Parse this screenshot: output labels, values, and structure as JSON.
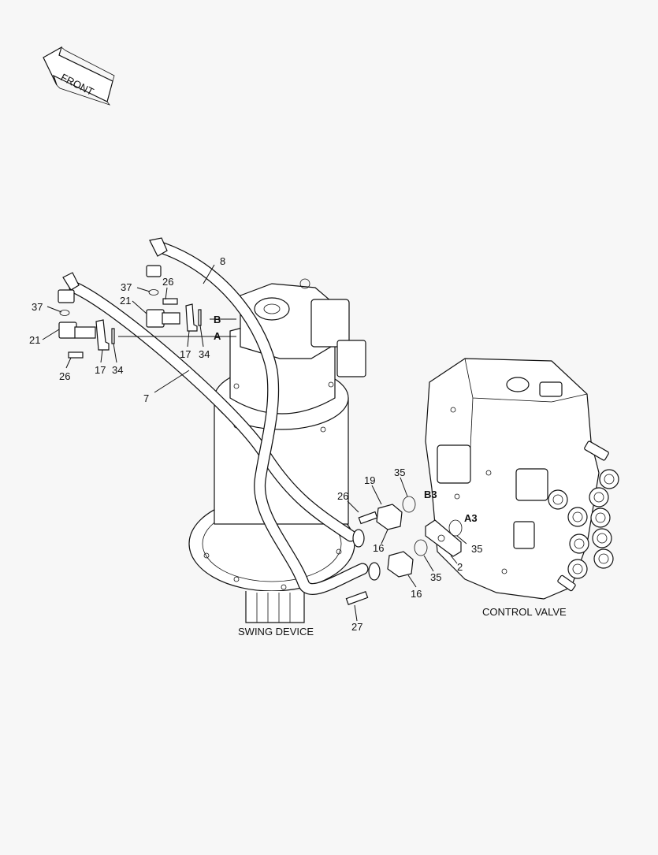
{
  "front_arrow": {
    "label": "FRONT"
  },
  "captions": {
    "swing_device": "SWING DEVICE",
    "control_valve": "CONTROL VALVE"
  },
  "port_labels": {
    "b": "B",
    "a": "A",
    "b3": "B3",
    "a3": "A3"
  },
  "callouts": {
    "c8": "8",
    "c7": "7",
    "c37_upper": "37",
    "c26_upper": "26",
    "c21_upper": "21",
    "c17_upper": "17",
    "c34_upper": "34",
    "c37_lower": "37",
    "c21_lower": "21",
    "c26_lower": "26",
    "c17_lower": "17",
    "c34_lower": "34",
    "c19": "19",
    "c35_top": "35",
    "c26_mid": "26",
    "c16_upper": "16",
    "c35_right": "35",
    "c2": "2",
    "c35_bottom": "35",
    "c16_lower": "16",
    "c27": "27"
  }
}
